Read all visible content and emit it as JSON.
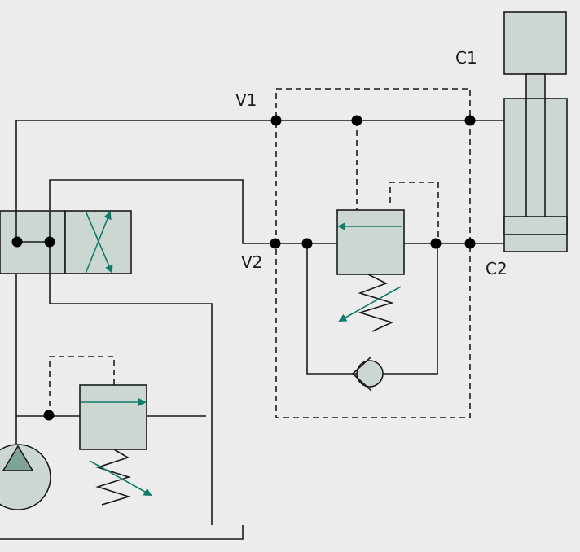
{
  "labels": {
    "v1": "V1",
    "v2": "V2",
    "c1": "C1",
    "c2": "C2"
  },
  "colors": {
    "background": "#ececec",
    "component_fill": "#cdd7d2",
    "arrow": "#137a6a",
    "line": "#1a1a1a"
  }
}
